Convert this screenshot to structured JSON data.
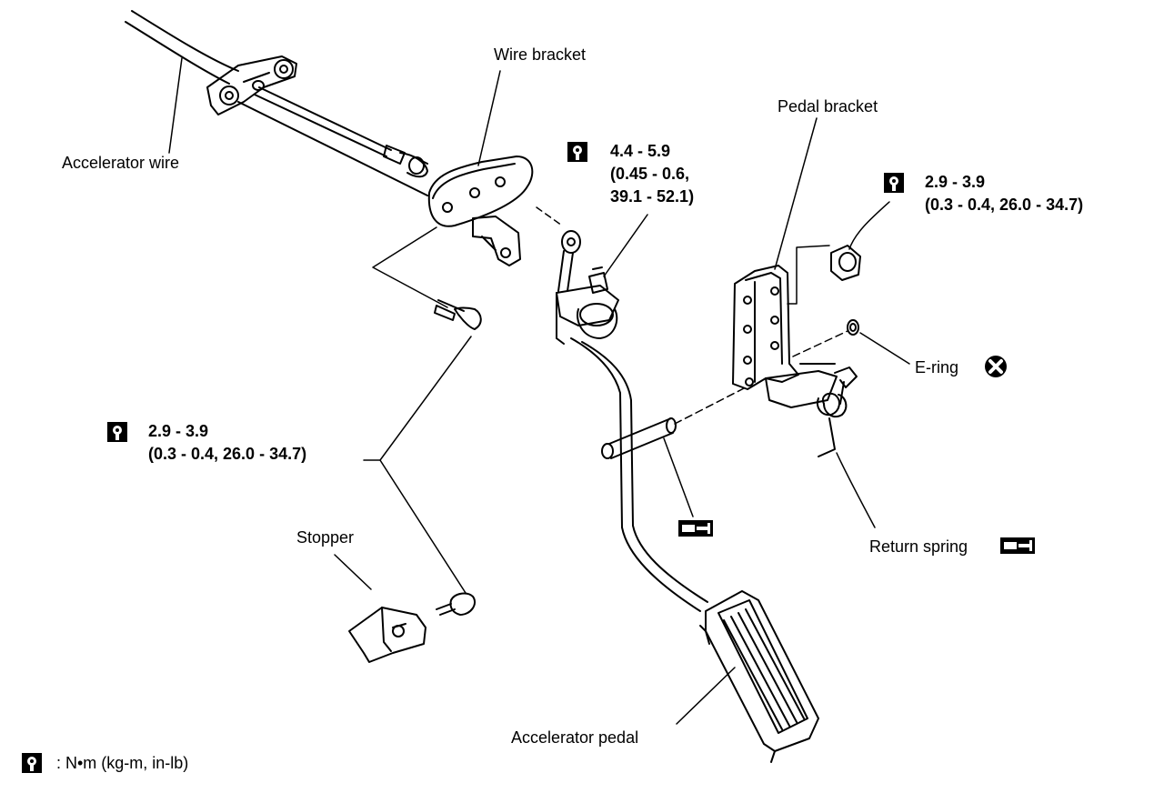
{
  "labels": {
    "wire_bracket": "Wire bracket",
    "accelerator_wire": "Accelerator wire",
    "pedal_bracket": "Pedal bracket",
    "e_ring": "E-ring",
    "return_spring": "Return spring",
    "stopper": "Stopper",
    "accelerator_pedal": "Accelerator pedal"
  },
  "torque_specs": {
    "pedal_nut": {
      "line1": "4.4 - 5.9",
      "line2": "(0.45 - 0.6,",
      "line3": "39.1 - 52.1)"
    },
    "bracket_nut": {
      "line1": "2.9 - 3.9",
      "line2": "(0.3 - 0.4, 26.0 - 34.7)"
    },
    "stopper_bolt": {
      "line1": "2.9 - 3.9",
      "line2": "(0.3 - 0.4, 26.0 - 34.7)"
    }
  },
  "legend": {
    "text": ": N•m (kg-m, in-lb)"
  },
  "icons": {
    "torque": "torque-wrench-icon",
    "grease": "grease-apply-icon",
    "do_not_reuse": "do-not-reuse-icon"
  }
}
